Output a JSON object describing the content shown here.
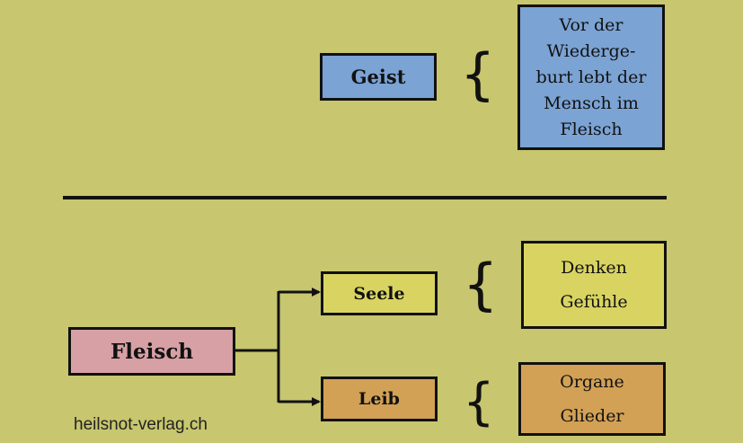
{
  "top": {
    "geist_label": "Geist",
    "note_lines": [
      "Vor der",
      "Wiederge-",
      "burt lebt der",
      "Mensch im",
      "Fleisch"
    ]
  },
  "bottom": {
    "fleisch_label": "Fleisch",
    "seele_label": "Seele",
    "leib_label": "Leib",
    "seele_items": [
      "Denken",
      "Gefühle"
    ],
    "leib_items": [
      "Organe",
      "Glieder"
    ]
  },
  "watermark": "heilsnot-verlag.ch",
  "colors": {
    "background": "#c8c66e",
    "blue": "#7ba3d4",
    "pink": "#d6a0a5",
    "yellow": "#d9d462",
    "orange": "#d2a155",
    "line": "#111111"
  }
}
